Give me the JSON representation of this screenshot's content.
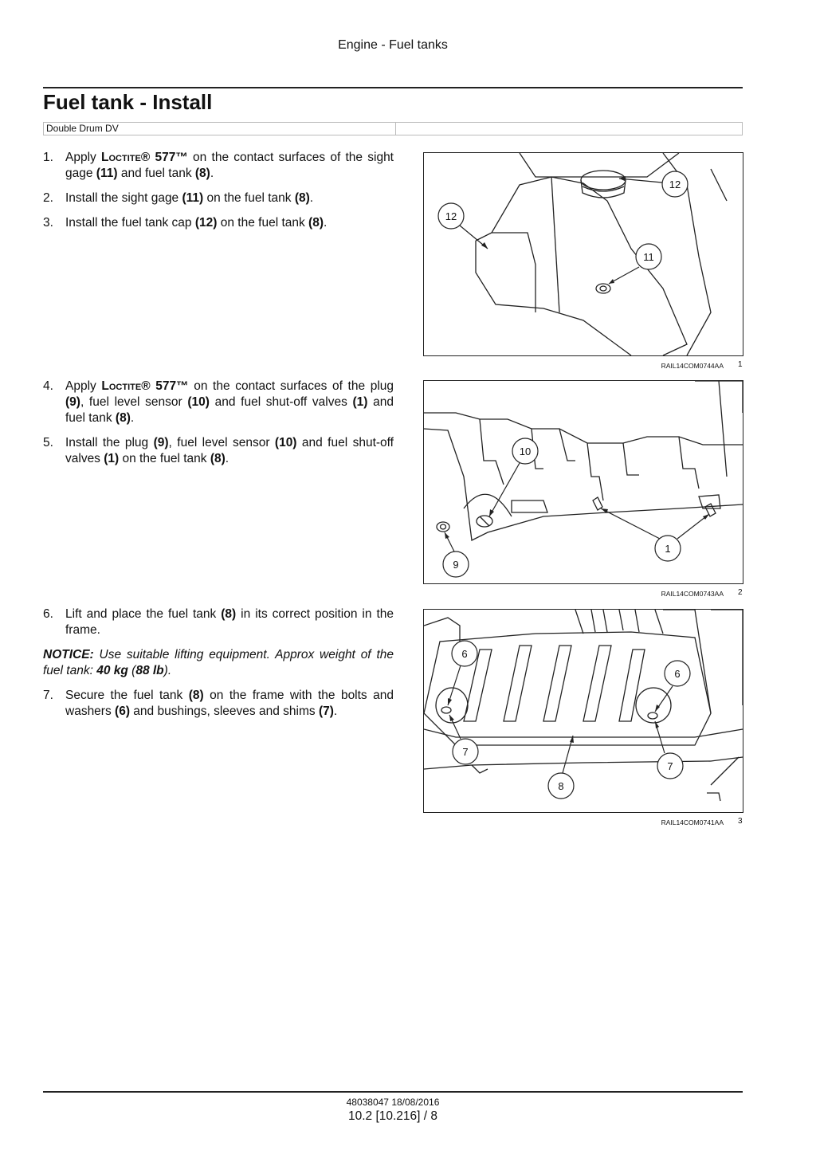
{
  "header": {
    "title": "Engine - Fuel tanks"
  },
  "section": {
    "title": "Fuel tank - Install",
    "model": "Double Drum DV"
  },
  "steps": [
    {
      "num": "1.",
      "pre": "Apply ",
      "brand": "Loctite® 577™",
      "rest": " on the contact surfaces of the sight gage ",
      "b1": "(11)",
      "r2": " and fuel tank ",
      "b2": "(8)",
      "r3": "."
    },
    {
      "num": "2.",
      "pre": "Install the sight gage ",
      "b1": "(11)",
      "r2": " on the fuel tank ",
      "b2": "(8)",
      "r3": "."
    },
    {
      "num": "3.",
      "pre": "Install the fuel tank cap ",
      "b1": "(12)",
      "r2": " on the fuel tank ",
      "b2": "(8)",
      "r3": "."
    },
    {
      "num": "4.",
      "pre": "Apply ",
      "brand": "Loctite® 577™",
      "rest": " on the contact surfaces of the plug ",
      "b1": "(9)",
      "r2": ", fuel level sensor ",
      "b2": "(10)",
      "r3": " and fuel shut-off valves ",
      "b3": "(1)",
      "r4": " and fuel tank ",
      "b4": "(8)",
      "r5": "."
    },
    {
      "num": "5.",
      "pre": "Install the plug ",
      "b1": "(9)",
      "r2": ", fuel level sensor ",
      "b2": "(10)",
      "r3": " and fuel shut-off valves ",
      "b3": "(1)",
      "r4": " on the fuel tank ",
      "b4": "(8)",
      "r5": "."
    },
    {
      "num": "6.",
      "pre": "Lift and place the fuel tank ",
      "b1": "(8)",
      "r2": " in its correct position in the frame."
    },
    {
      "num": "7.",
      "pre": "Secure the fuel tank ",
      "b1": "(8)",
      "r2": " on the frame with the bolts and washers ",
      "b2": "(6)",
      "r3": " and bushings, sleeves and shims ",
      "b3": "(7)",
      "r4": "."
    }
  ],
  "notice": {
    "label": "NOTICE:",
    "text": " Use suitable lifting equipment. Approx weight of the fuel tank: ",
    "weight": "40 kg",
    "open": " (",
    "weight_lb": "88 lb",
    "close": ")."
  },
  "figures": [
    {
      "code": "RAIL14COM0744AA",
      "num": "1",
      "callouts": [
        "12",
        "12",
        "11"
      ]
    },
    {
      "code": "RAIL14COM0743AA",
      "num": "2",
      "callouts": [
        "10",
        "9",
        "1"
      ]
    },
    {
      "code": "RAIL14COM0741AA",
      "num": "3",
      "callouts": [
        "6",
        "6",
        "7",
        "7",
        "8"
      ]
    }
  ],
  "footer": {
    "doc": "48038047 18/08/2016",
    "page": "10.2 [10.216] / 8"
  }
}
